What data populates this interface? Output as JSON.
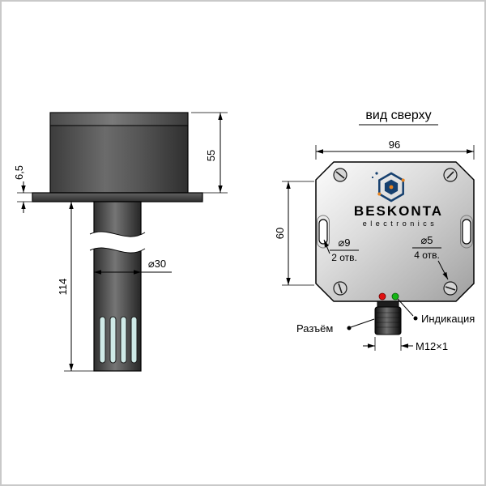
{
  "side_view": {
    "dims": {
      "body_height": "55",
      "flange_thickness": "6,5",
      "probe_length": "114",
      "probe_diameter": "⌀30"
    }
  },
  "top_view": {
    "title": "вид сверху",
    "dims": {
      "width": "96",
      "height": "60",
      "thread": "M12×1"
    },
    "holes": {
      "large": {
        "label": "⌀9",
        "count": "2 отв."
      },
      "small": {
        "label": "⌀5",
        "count": "4 отв."
      }
    },
    "callouts": {
      "connector": "Разъём",
      "indication": "Индикация"
    },
    "brand": {
      "name": "BESKONTA",
      "sub": "electronics",
      "color": "#1c5fa8",
      "icon_navy": "#16406f",
      "icon_orange": "#e8821e"
    },
    "leds": {
      "red": "#e01010",
      "green": "#14b414"
    }
  },
  "colors": {
    "slot": "#cfeae7"
  }
}
